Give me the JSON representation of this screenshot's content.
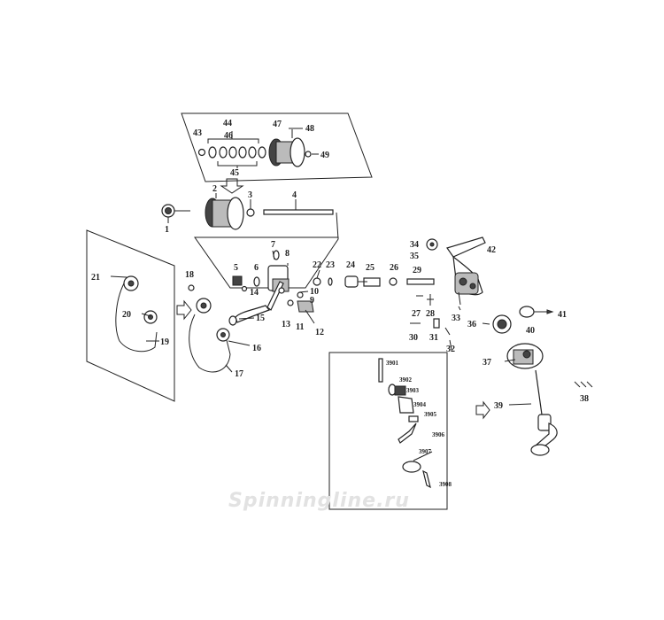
{
  "labels": {
    "p1": "1",
    "p2": "2",
    "p3": "3",
    "p4": "4",
    "p5": "5",
    "p6": "6",
    "p7": "7",
    "p8": "8",
    "p9": "9",
    "p10": "10",
    "p11": "11",
    "p12": "12",
    "p13": "13",
    "p14": "14",
    "p15": "15",
    "p16": "16",
    "p17": "17",
    "p18": "18",
    "p19": "19",
    "p20": "20",
    "p21": "21",
    "p22": "22",
    "p23": "23",
    "p24": "24",
    "p25": "25",
    "p26": "26",
    "p27": "27",
    "p28": "28",
    "p29": "29",
    "p30": "30",
    "p31": "31",
    "p32": "32",
    "p33": "33",
    "p34": "34",
    "p35": "35",
    "p36": "36",
    "p37": "37",
    "p38": "38",
    "p39": "39",
    "p40": "40",
    "p41": "41",
    "p42": "42",
    "p43": "43",
    "p44": "44",
    "p45": "45",
    "p46": "46",
    "p47": "47",
    "p48": "48",
    "p49": "49",
    "p3901": "3901",
    "p3902": "3902",
    "p3903": "3903",
    "p3904": "3904",
    "p3905": "3905",
    "p3906": "3906",
    "p3907": "3907",
    "p3908": "3908"
  },
  "watermark": "Spinningline.ru"
}
